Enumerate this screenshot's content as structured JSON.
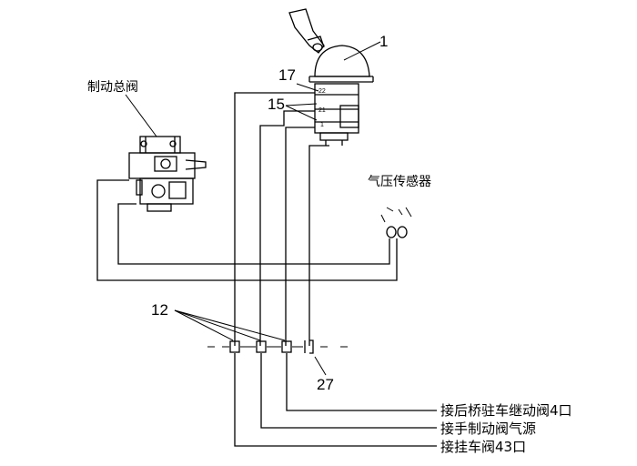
{
  "labels": {
    "brake_master_valve": "制动总阀",
    "air_pressure_sensor": "气压传感器",
    "to_rear_axle_relay": "接后桥驻车继动阀4口",
    "to_hand_brake_source": "接手制动阀气源",
    "to_trailer_valve": "接挂车阀43口"
  },
  "callouts": {
    "c1": "1",
    "c17": "17",
    "c15": "15",
    "c12": "12",
    "c27": "27"
  },
  "ports": {
    "p22": "22",
    "p21": "21",
    "p1": "1"
  },
  "colors": {
    "line": "#000000",
    "background": "#ffffff"
  }
}
